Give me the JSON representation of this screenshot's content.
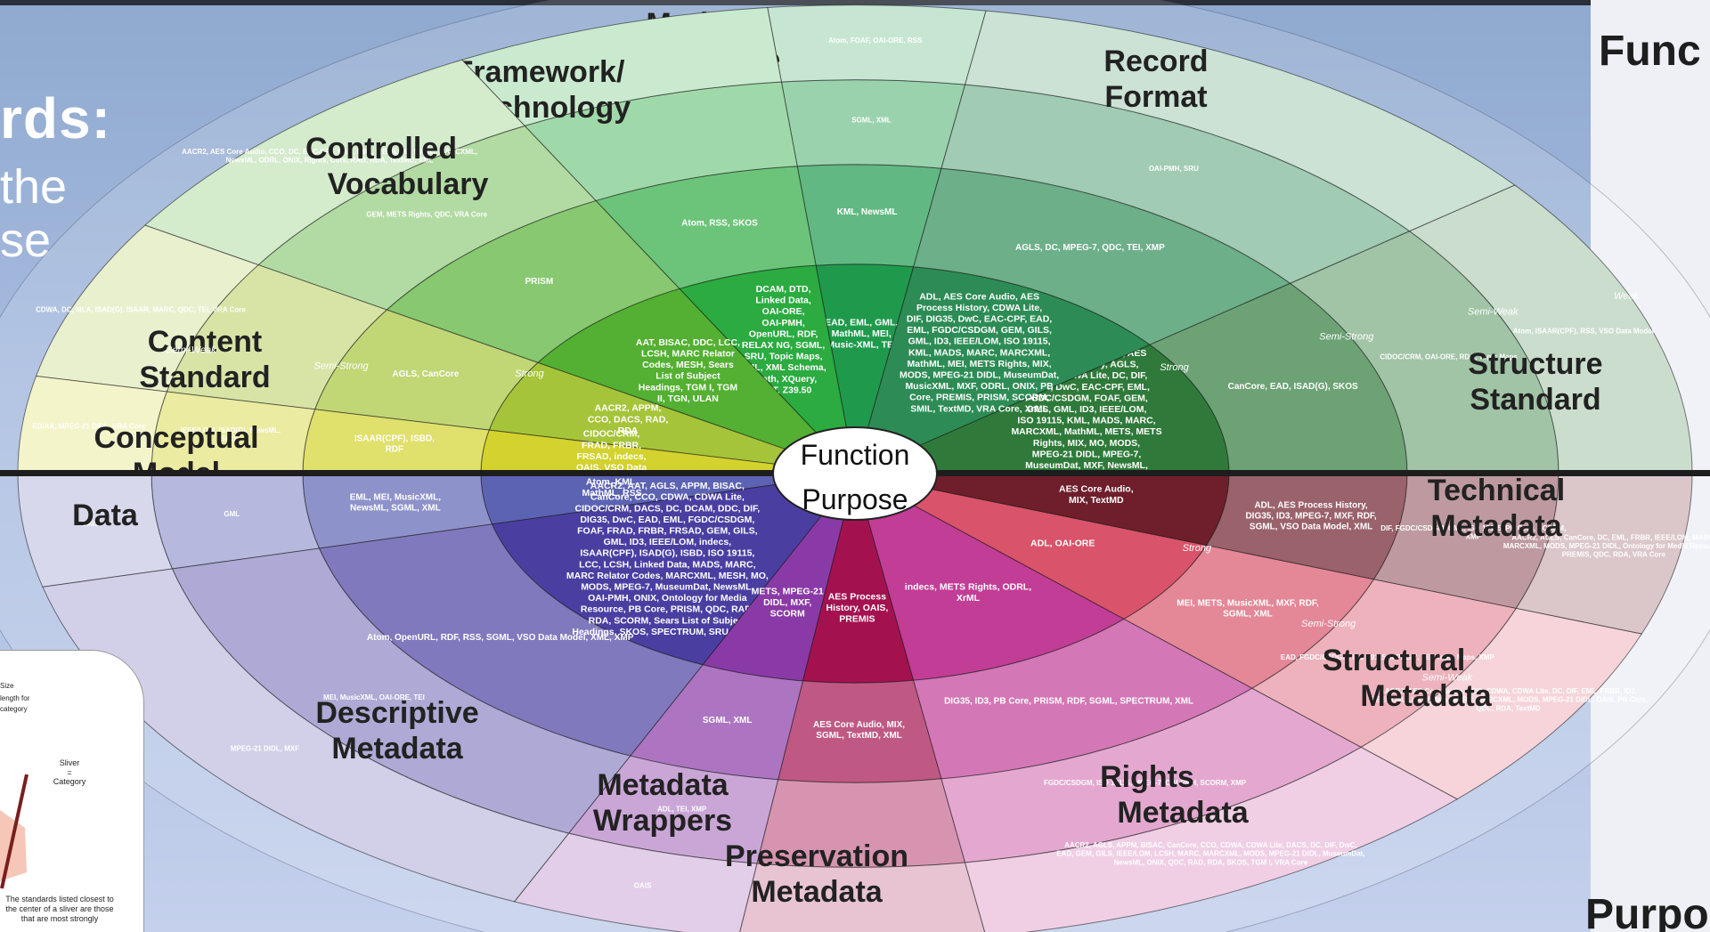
{
  "left_panel": {
    "title_fragment": "rds:",
    "subtitle_lines": [
      "the",
      "se"
    ],
    "legend": {
      "label_size": "Size",
      "label_length": "length for",
      "label_category": "category",
      "label_sliver": "Sliver",
      "label_eq": "=",
      "label_cat": "Category",
      "note": "The standards listed closest to the center of a sliver are those that are most strongly"
    }
  },
  "right_panel": {
    "title_function": "Func",
    "title_purpose": "Purpo"
  },
  "center": {
    "top": "Function",
    "bottom": "Purpose"
  },
  "strength": {
    "weak": "Weak",
    "semi_weak": "Semi-Weak",
    "semi_strong": "Semi-Strong",
    "strong": "Strong"
  },
  "function_categories": [
    {
      "name": "Markup Language",
      "color": "#1f9a4c",
      "inner": "EAD, EML, GML, MathML, MEI, Music-XML, TEI",
      "mid": "KML, NewsML",
      "outer": "SGML, XML",
      "rim": "Atom, FOAF, OAI-ORE, RSS"
    },
    {
      "name": "Framework/ Technology",
      "color": "#2bab40",
      "inner": "DCAM, DTD, Linked Data, OAI-ORE, OAI-PMH, OpenURL, RDF, RELAX NG, SGML, SRU, Topic Maps, XML, XML Schema, XPath, XQuery, XSLT, Z39.50",
      "mid": "Atom, RSS, SKOS",
      "outer": "",
      "rim": ""
    },
    {
      "name": "Controlled Vocabulary",
      "color": "#53b032",
      "inner": "AAT, BISAC, DDC, LCC, LCSH, MARC Relator Codes, MESH, Sears List of Subject Headings, TGM I, TGM II, TGN, ULAN",
      "mid": "PRISM",
      "outer": "GEM, METS Rights, QDC, VRA Core",
      "rim": "AACR2, AES Core Audio, CCO, DC, EAC-CPF, EAD, EML, IEEE/LOM, MARC, MARCXML, NewsML, ODRL, ONIX, Rights, Core, RAD, RDA, TextMD, XML"
    },
    {
      "name": "Content Standard",
      "color": "#a6c43a",
      "inner": "AACR2, APPM, CCO, DACS, RAD, RDA",
      "mid": "AGLS, CanCore",
      "outer": "",
      "rim": "CDWA, DC, MLA, ISAD(G), ISAAR, MARC, QDC, TEI, VRA Core"
    },
    {
      "name": "Conceptual Model",
      "color": "#d3d22e",
      "inner": "CIDOC/CRM, FRAD, FRBR, FRSAD, indecs, OAIS, VSO Data Model",
      "mid": "ISAAR(CPF), ISBD, RDF",
      "outer": "IEEE/LOM, ISAD(G), NewsML, SKOS",
      "rim": "EDIAA, MPEG-21 DIDL, VRA Core"
    },
    {
      "name": "Structure Standard",
      "color": "#2f7a3a",
      "inner": "ADL, AES Core Audio, AES Process History, AGLS, CDWA, CDWA Lite, DC, DIF, DIG35, DwC, EAC-CPF, EML, FGDC/CSDGM, FOAF, GEM, GILS, GML, ID3, IEEE/LOM, ISO 19115, KML, MADS, MARC, MARCXML, MathML, METS, METS Rights, MIX, MO, MODS, MPEG-21 DIDL, MPEG-7, MuseumDat, MXF, NewsML, ODRL, ONIX, Ontology for Media Resource, PB Core, PREMIS, PRISM, QDC, SCORM, SPECTRUM, SWAP, TextMD, VRA Core, XMP, XOBIS, XrML",
      "mid": "CanCore, EAD, ISAD(G), SKOS",
      "outer": "CIDOC/CRM, OAI-ORE, RDA, Topic Maps",
      "rim": "Atom, ISAAR(CPF), RSS, VSO Data Model"
    },
    {
      "name": "Record Format",
      "color": "#2d8c55",
      "inner": "ADL, AES Core Audio, AES Process History, CDWA Lite, DIF, DIG35, DwC, EAC-CPF, EAD, EML, FGDC/CSDGM, GEM, GILS, GML, ID3, IEEE/LOM, ISO 19115, KML, MADS, MARC, MARCXML, MathML, MEI, METS Rights, MIX, MODS, MPEG-21 DIDL, MuseumDat, MusicXML, MXF, ODRL, ONIX, PB Core, PREMIS, PRISM, SCORM, SMIL, TextMD, VRA Core, XrML",
      "mid": "AGLS, DC, MPEG-7, QDC, TEI, XMP",
      "outer": "OAI-PMH, SRU",
      "rim": ""
    }
  ],
  "purpose_categories": [
    {
      "name": "Data",
      "color": "#5d63b3",
      "inner": "Atom, KML, MathML, RSS",
      "mid": "EML, MEI, MusicXML, NewsML, SGML, XML",
      "outer": "GML",
      "rim": "OAIS"
    },
    {
      "name": "Descriptive Metadata",
      "color": "#4a3fa1",
      "inner": "AACR2, AAT, AGLS, APPM, BISAC, CanCore, CCO, CDWA, CDWA Lite, CIDOC/CRM, DACS, DC, DCAM, DDC, DIF, DIG35, DwC, EAD, EML, FGDC/CSDGM, FOAF, FRAD, FRBR, FRSAD, GEM, GILS, GML, ID3, IEEE/LOM, indecs, ISAAR(CPF), ISAD(G), ISBD, ISO 19115, LCC, LCSH, Linked Data, MADS, MARC, MARC Relator Codes, MARCXML, MESH, MO, MODS, MPEG-7, MuseumDat, NewsML, OAI-PMH, ONIX, Ontology for Media Resource, PB Core, PRISM, QDC, RAD, RDA, SCORM, Sears List of Subject Headings, SKOS, SPECTRUM, SRU, SWAP, TGM I, TGM II, TGN, Topic Maps, ULAN, VRA Core, XOBIS, Z39.50",
      "mid": "Atom, OpenURL, RDF, RSS, SGML, VSO Data Model, XML, XMP",
      "outer": "MEI, MusicXML, OAI-ORE, TEI",
      "rim": "MPEG-21 DIDL, MXF"
    },
    {
      "name": "Metadata Wrappers",
      "color": "#8a3aa6",
      "inner": "METS, MPEG-21 DIDL, MXF, SCORM",
      "mid": "SGML, XML",
      "outer": "ADL, TEI, XMP",
      "rim": "OAIS"
    },
    {
      "name": "Preservation Metadata",
      "color": "#a3124f",
      "inner": "AES Process History, OAIS, PREMIS",
      "mid": "AES Core Audio, MIX, SGML, TextMD, XML",
      "outer": "",
      "rim": ""
    },
    {
      "name": "Rights Metadata",
      "color": "#c23d96",
      "inner": "indecs, METS Rights, ODRL, XrML",
      "mid": "DIG35, ID3, PB Core, PRISM, RDF, SGML, SPECTRUM, XML",
      "outer": "FGDC/CSDGM, ISO 19115, MPEG-7, OAI-PMH, SCORM, XMP",
      "rim": "AACR2, AGLS, APPM, BISAC, CanCore, CCO, CDWA, CDWA Lite, DACS, DC, DIF, DwC, EAD, GEM, GILS, IEEE/LOM, LCSH, MARC, MARCXML, MODS, MPEG-21 DIDL, MuseumDat, NewsML, ONIX, QDC, RAD, RDA, SKOS, TGM I, VRA Core"
    },
    {
      "name": "Structural Metadata",
      "color": "#d9536a",
      "inner": "ADL, OAI-ORE",
      "mid": "MEI, METS, MusicXML, MXF, RDF, SGML, XML",
      "outer": "EAD, FGDC/CSDGM, ISO 19115, MPEG-7, TEI, Topic Maps, XMP",
      "rim": "AACR2, AES Core Audio, CCO, CDWA, CDWA Lite, DC, DIF, EML, FRBR, ID3, IEEE/LOM, Linked Data, MARC, MARCXML, MODS, MPEG-21 DIDL, OAIS, PB Core, QDC, RDA, TextMD"
    },
    {
      "name": "Technical Metadata",
      "color": "#6e1f2b",
      "inner": "AES Core Audio, MIX, TextMD",
      "mid": "ADL, AES Process History, DIG35, ID3, MPEG-7, MXF, RDF, SGML, VSO Data Model, XML",
      "outer": "DIF, FGDC/CSDGM, GML, ISO 19115, PB Core, SCORM, XMP",
      "rim": "AACR2, AGLS, CanCore, DC, EML, FRBR, IEEE/LOM, MARC, MARCXML, MODS, MPEG-21 DIDL, Ontology for Media Resource, PREMIS, QDC, RDA, VRA Core"
    }
  ]
}
